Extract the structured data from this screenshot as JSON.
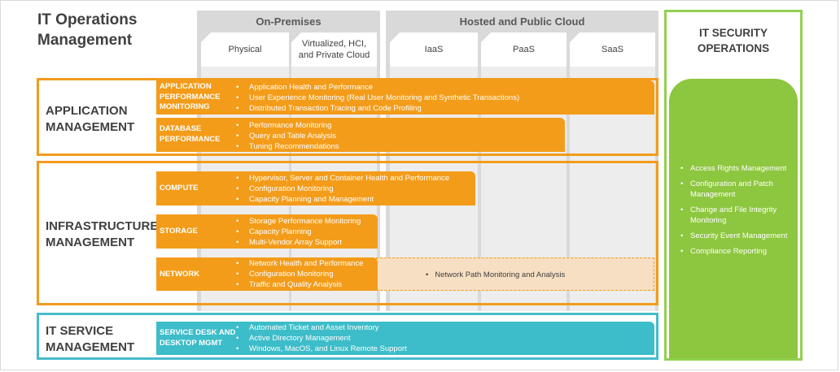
{
  "title": "IT Operations Management",
  "column_groups": [
    {
      "label": "On-Premises"
    },
    {
      "label": "Hosted and Public Cloud"
    }
  ],
  "columns": [
    {
      "label": "Physical"
    },
    {
      "label": "Virtualized, HCI, and Private Cloud"
    },
    {
      "label": "IaaS"
    },
    {
      "label": "PaaS"
    },
    {
      "label": "SaaS"
    }
  ],
  "sections": {
    "application": {
      "label": "APPLICATION MANAGEMENT",
      "bars": [
        {
          "title": "APPLICATION PERFORMANCE MONITORING",
          "items": [
            "Application Health and Performance",
            "User Experience Monitoring (Real User Monitoring and Synthetic Transactions)",
            "Distributed Transaction Tracing and Code Profiling"
          ]
        },
        {
          "title": "DATABASE PERFORMANCE",
          "items": [
            "Performance Monitoring",
            "Query and Table Analysis",
            "Tuning Recommendations"
          ]
        }
      ]
    },
    "infrastructure": {
      "label": "INFRASTRUCTURE MANAGEMENT",
      "bars": [
        {
          "title": "COMPUTE",
          "items": [
            "Hypervisor, Server and Container Health and Performance",
            "Configuration Monitoring",
            "Capacity Planning and Management"
          ]
        },
        {
          "title": "STORAGE",
          "items": [
            "Storage Performance Monitoring",
            "Capacity Planning",
            "Multi-Vendor Array Support"
          ]
        },
        {
          "title": "NETWORK",
          "items": [
            "Network Health and Performance",
            "Configuration Monitoring",
            "Traffic and Quality Analysis"
          ],
          "extension": "Network Path Monitoring and Analysis"
        }
      ]
    },
    "service": {
      "label": "IT SERVICE MANAGEMENT",
      "bars": [
        {
          "title": "SERVICE DESK AND DESKTOP MGMT",
          "items": [
            "Automated Ticket and Asset Inventory",
            "Active Directory Management",
            "Windows, MacOS, and Linux Remote Support"
          ]
        }
      ]
    }
  },
  "security": {
    "title": "IT SECURITY OPERATIONS",
    "items": [
      "Access Rights Management",
      "Configuration and Patch Management",
      "Change and File Integrity Monitoring",
      "Security Event Management",
      "Compliance Reporting"
    ]
  },
  "colors": {
    "orange": "#f39c1a",
    "teal": "#3dbdc9",
    "green": "#8dc63f",
    "green_border": "#92d050",
    "column_bg": "#ededed",
    "group_bg": "#d9d9d9"
  }
}
